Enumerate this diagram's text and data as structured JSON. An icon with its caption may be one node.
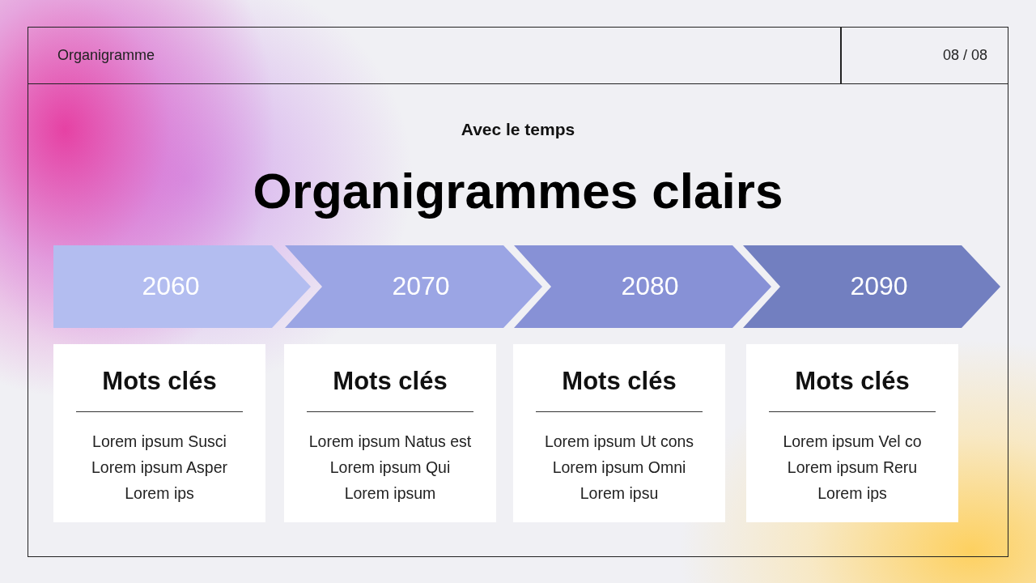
{
  "diagram": {
    "title": "Organigrammes clairs",
    "nodes": [
      {
        "text": [
          "2060"
        ]
      },
      {
        "text": [
          "2070"
        ]
      },
      {
        "text": [
          "2080"
        ]
      },
      {
        "text": [
          "2090"
        ]
      },
      {
        "text": [
          "Mots clés",
          "Lorem ipsum Susci Lorem ipsum Asper Lorem ips"
        ]
      },
      {
        "text": [
          "Mots clés",
          "Lorem ipsum Natus est Lorem ipsum Qui Lorem ipsum"
        ]
      },
      {
        "text": [
          "Mots clés",
          "Lorem ipsum Ut cons Lorem ipsum Omni Lorem ipsu"
        ]
      },
      {
        "text": [
          "Mots clés",
          "Lorem ipsum Vel co Lorem ipsum Reru Lorem ips"
        ]
      }
    ],
    "edges": [],
    "labels": [
      "Organigramme",
      "08 / 08",
      "Avec le temps"
    ]
  }
}
